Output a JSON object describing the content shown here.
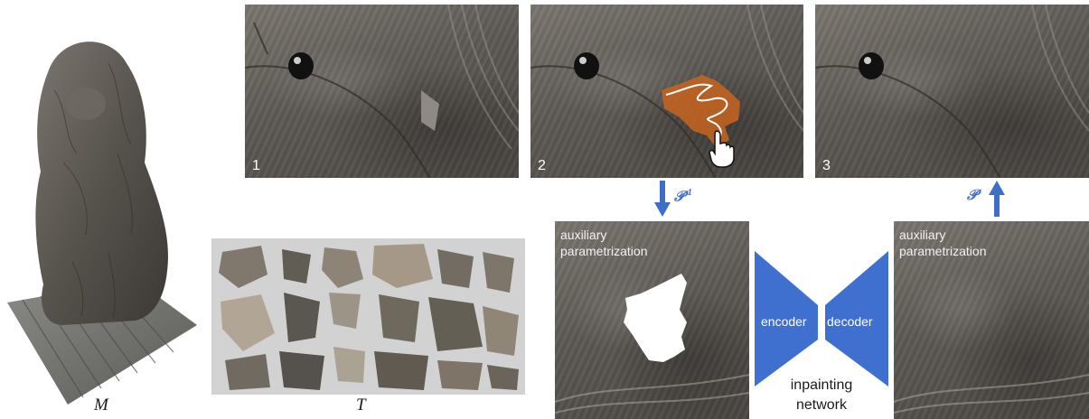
{
  "labels": {
    "model": "M",
    "texture": "T",
    "panel1": "1",
    "panel2": "2",
    "panel3": "3",
    "inverse_param": "𝒫",
    "inverse_sup": "-1",
    "param": "𝒫",
    "aux_left": "auxiliary\nparametrization",
    "aux_right": "auxiliary\nparametrization",
    "encoder": "encoder",
    "decoder": "decoder",
    "network_line1": "inpainting",
    "network_line2": "network"
  },
  "colors": {
    "accent_blue": "#3e6fc8",
    "network_blue": "#3f6fcf",
    "selection_orange": "#c8641e",
    "texture_bg": "#d2d2d2"
  },
  "icons": {
    "pointer": "hand-pointer-icon",
    "arrow_down": "arrow-down-icon",
    "arrow_up": "arrow-up-icon"
  }
}
